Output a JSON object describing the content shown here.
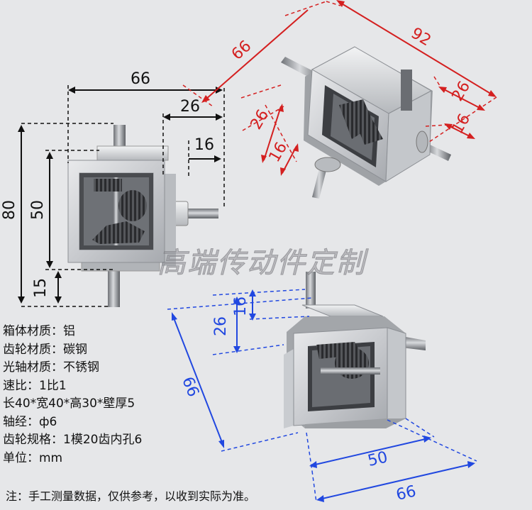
{
  "dimensions": {
    "left_view": {
      "width_top": "66",
      "inner_width": "26",
      "shaft_offset": "16",
      "height_total": "80",
      "height_box": "50",
      "shaft_bottom": "15"
    },
    "top_right_view": {
      "diagonal": "66",
      "length": "92",
      "side_a": "26",
      "side_b": "16",
      "left_a": "26",
      "left_b": "16"
    },
    "bottom_right_view": {
      "top_a": "16",
      "top_b": "26",
      "diagonal": "66",
      "bottom_inner": "50",
      "bottom_outer": "66"
    }
  },
  "colors": {
    "black_dim": "#111111",
    "red_dim": "#d42020",
    "blue_dim": "#2148e0"
  },
  "watermark": "高端传动件定制",
  "specs": [
    "箱体材质：铝",
    "齿轮材质：碳钢",
    "光轴材质：不锈钢",
    "速比：1比1",
    "长40*宽40*高30*壁厚5",
    "轴经：ф6",
    "齿轮规格：1模20齿内孔6",
    "单位：mm"
  ],
  "note": "注：手工测量数据，仅供参考，以收到实际为准。"
}
